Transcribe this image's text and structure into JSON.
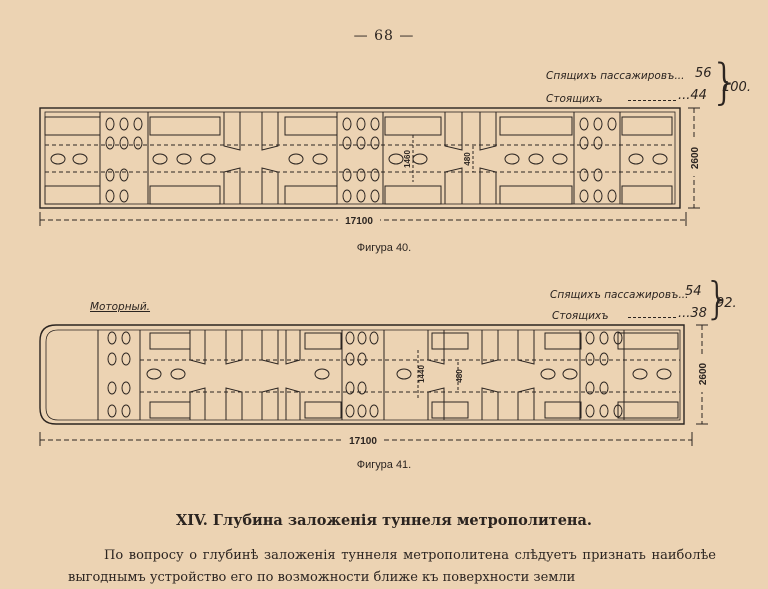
{
  "page_number": "— 68 —",
  "figure40": {
    "caption": "Фигура 40.",
    "legend_seated": "Спящихъ пассажировъ...",
    "legend_seated_num": "56",
    "legend_standing": "Стоящихъ",
    "legend_standing_num": "...44",
    "total": "100.",
    "length": "17100",
    "width": "2600",
    "aisle": "1460",
    "door": "480"
  },
  "figure41": {
    "caption": "Фигура 41.",
    "motor_label": "Моторный.",
    "legend_seated": "Спящихъ пассажировъ...",
    "legend_seated_num": "54",
    "legend_standing": "Стоящихъ",
    "legend_standing_num": "...38",
    "total": "92.",
    "length": "17100",
    "width": "2600",
    "aisle": "1440",
    "door": "480"
  },
  "section_heading": "XIV. Глубина заложенія туннеля метрополитена.",
  "paragraph": "По вопросу о глубинѣ заложенія туннеля метрополитена слѣдуетъ признать наиболѣе выгоднымъ устройство его по возможности ближе къ поверхности земли"
}
